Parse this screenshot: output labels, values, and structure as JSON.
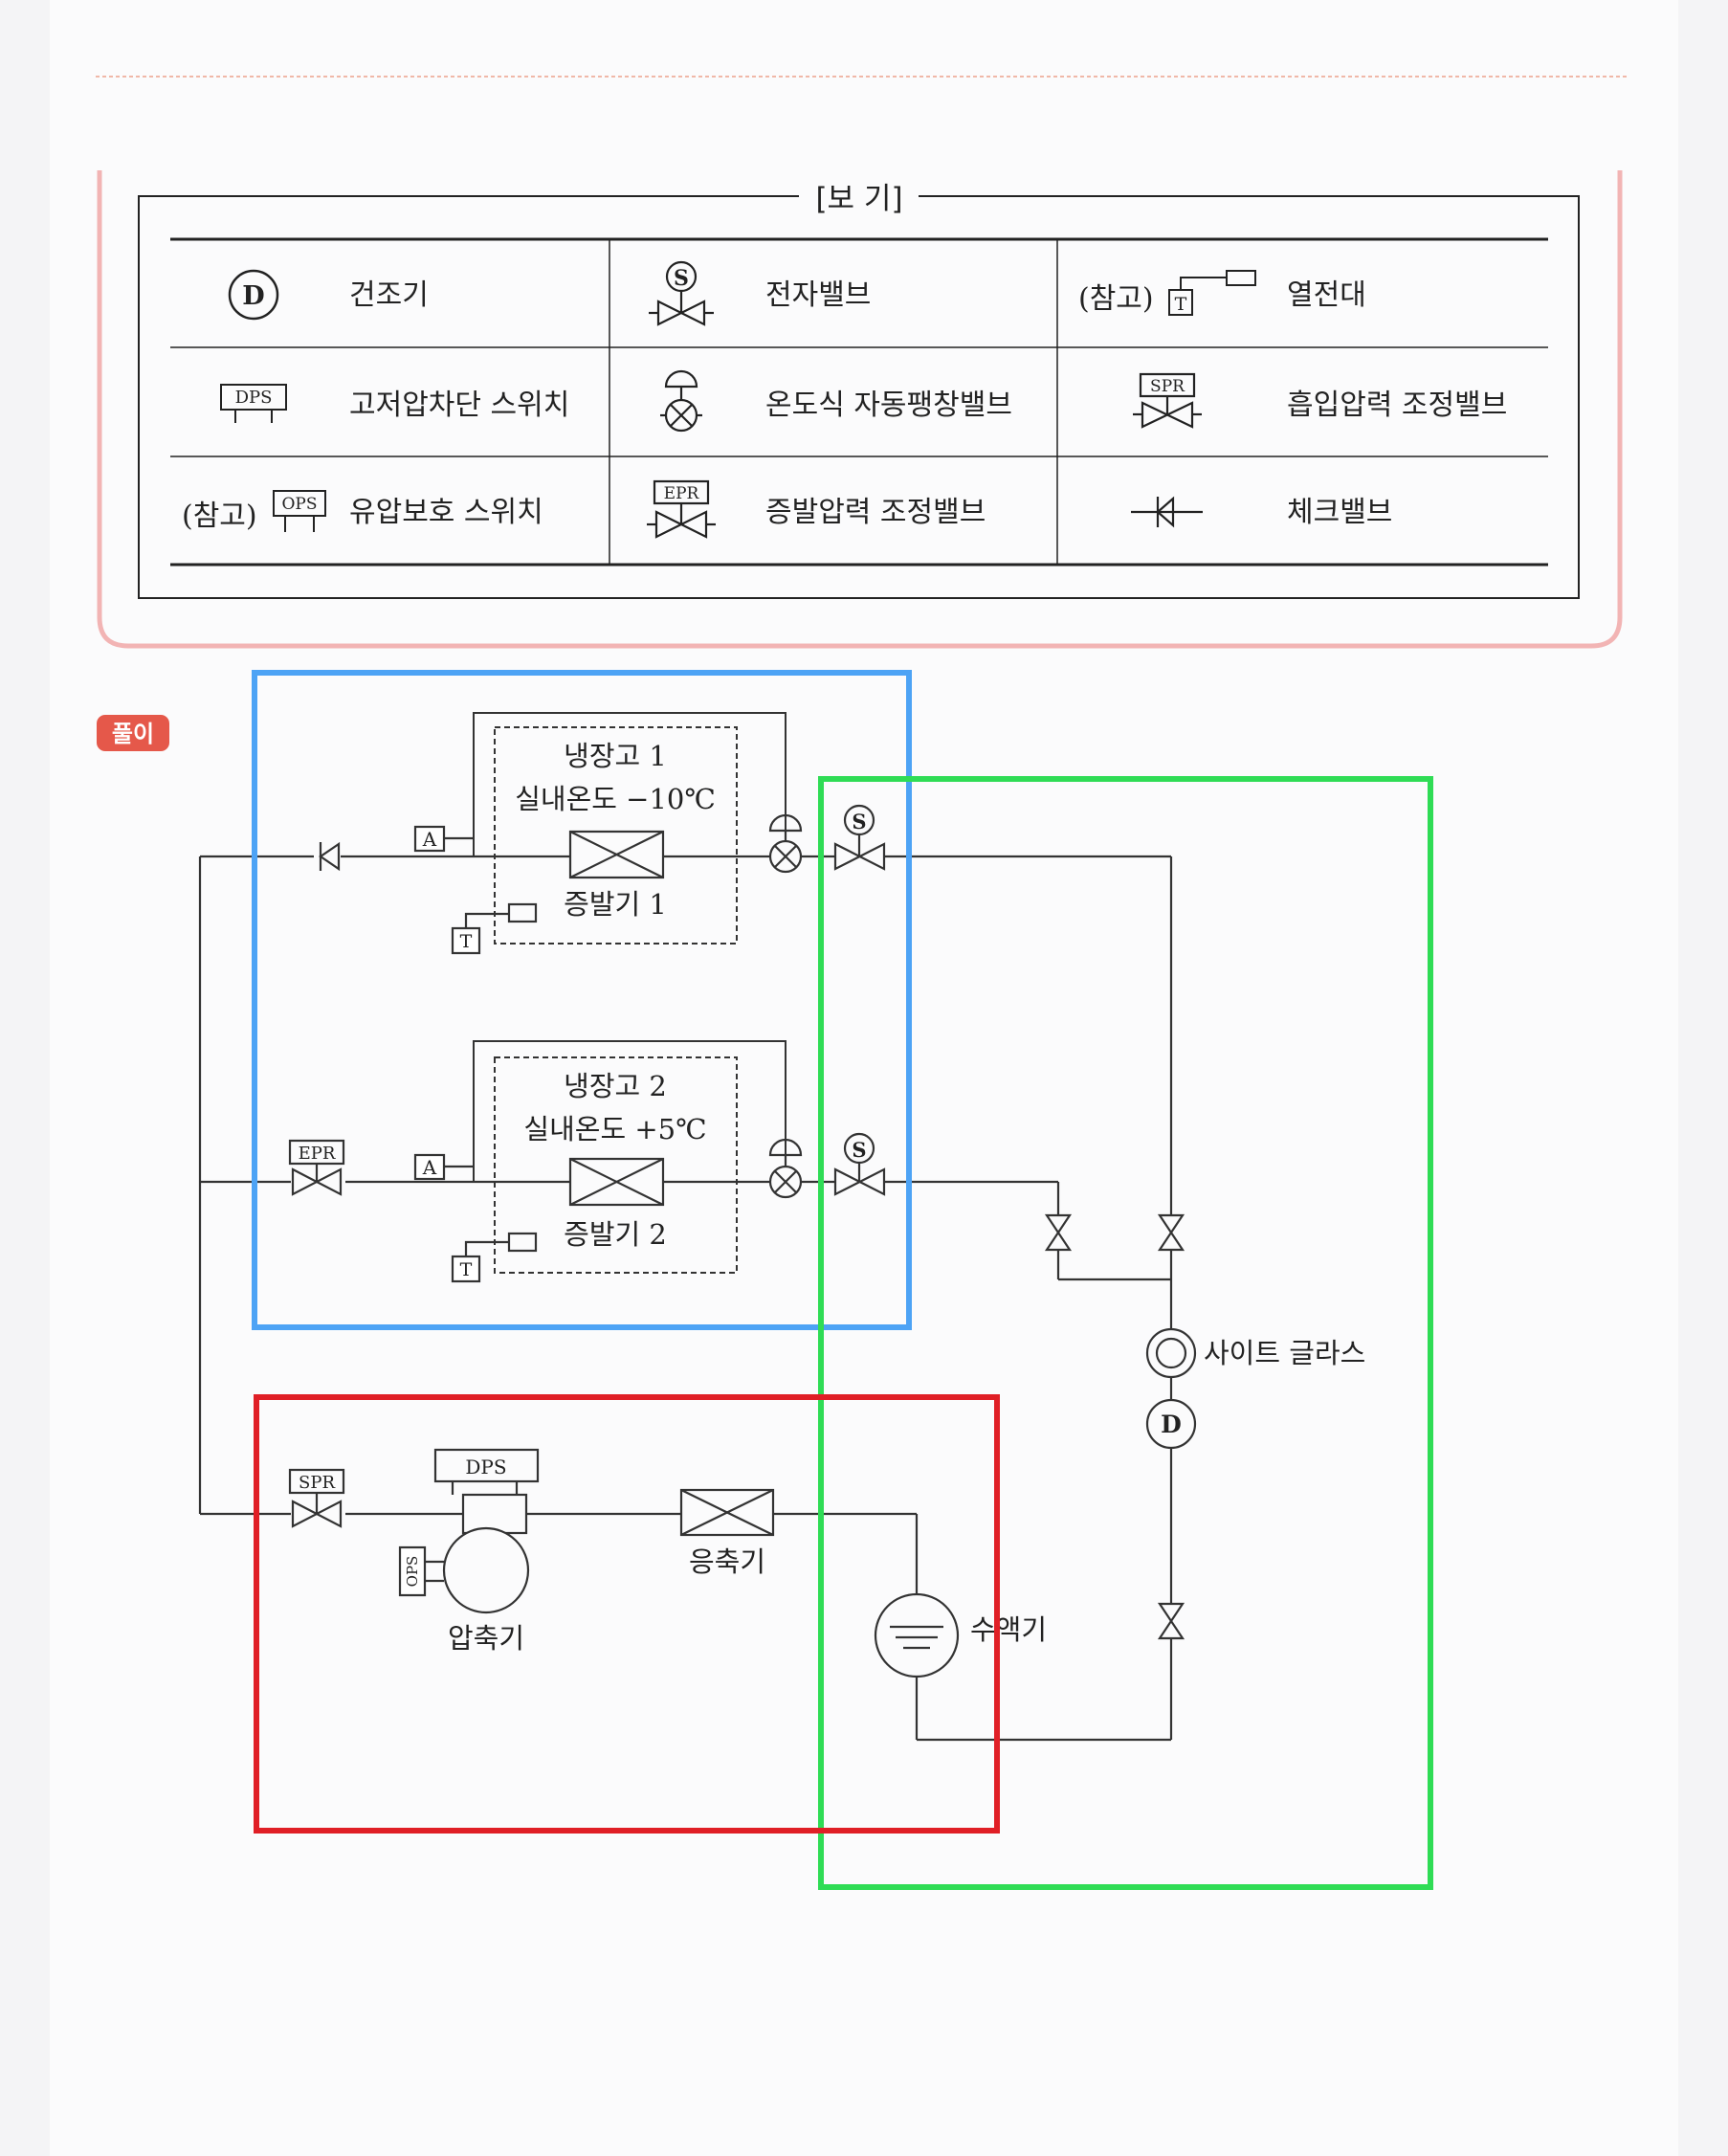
{
  "legend": {
    "title": "[보 기]",
    "rows": [
      [
        {
          "prefix": "",
          "symbol": "drier-symbol",
          "label": "건조기"
        },
        {
          "prefix": "",
          "symbol": "solenoid-valve-symbol",
          "label": "전자밸브"
        },
        {
          "prefix": "(참고)",
          "symbol": "heating-element-symbol",
          "label": "열전대"
        }
      ],
      [
        {
          "prefix": "",
          "symbol": "dps-symbol",
          "label": "고저압차단 스위치"
        },
        {
          "prefix": "",
          "symbol": "thermo-expansion-valve-symbol",
          "label": "온도식 자동팽창밸브"
        },
        {
          "prefix": "",
          "symbol": "spr-valve-symbol",
          "label": "흡입압력 조정밸브"
        }
      ],
      [
        {
          "prefix": "(참고)",
          "symbol": "ops-symbol",
          "label": "유압보호 스위치"
        },
        {
          "prefix": "",
          "symbol": "epr-valve-symbol",
          "label": "증발압력 조정밸브"
        },
        {
          "prefix": "",
          "symbol": "check-valve-symbol",
          "label": "체크밸브"
        }
      ]
    ],
    "symbol_letters": {
      "drier": "D",
      "solenoid": "S",
      "thermo": "T",
      "dps": "DPS",
      "spr": "SPR",
      "ops": "OPS",
      "epr": "EPR"
    }
  },
  "solution_badge": "풀이",
  "diagram": {
    "fridge1": {
      "title": "냉장고 1",
      "temp": "실내온도 −10℃",
      "evap": "증발기 1"
    },
    "fridge2": {
      "title": "냉장고 2",
      "temp": "실내온도 +5℃",
      "evap": "증발기 2"
    },
    "box_a": "A",
    "box_t": "T",
    "sol": "S",
    "epr": "EPR",
    "spr": "SPR",
    "dps": "DPS",
    "ops": "OPS",
    "drier": "D",
    "sight_glass": "사이트 글라스",
    "compressor": "압축기",
    "condenser": "응축기",
    "receiver": "수액기"
  },
  "highlight_colors": {
    "blue": "#4da3f5",
    "green": "#2fdc55",
    "red": "#e01f26"
  },
  "frame_color": "#f2b4b4"
}
